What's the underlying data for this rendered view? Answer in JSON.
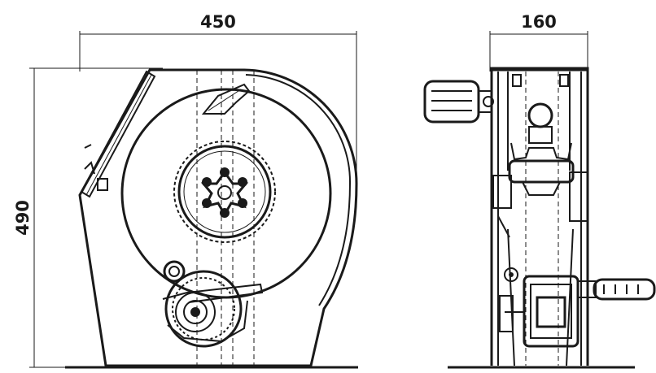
{
  "dimensions": {
    "front_width": "450",
    "front_height": "490",
    "side_width": "160"
  }
}
